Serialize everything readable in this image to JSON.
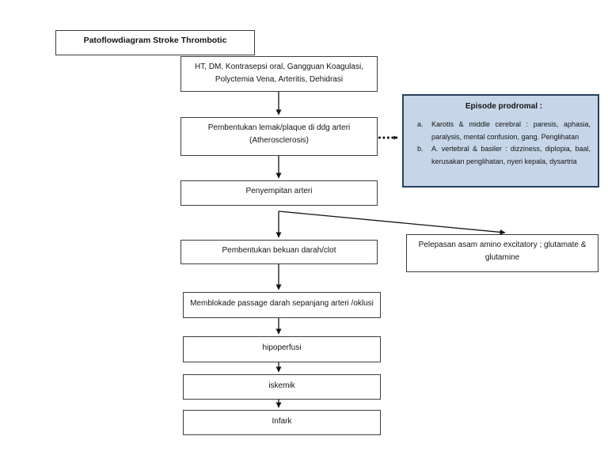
{
  "colors": {
    "box_border": "#3d3d3d",
    "arrow": "#141414",
    "prodromal_fill": "#c6d6e8",
    "prodromal_border": "#24405e",
    "background": "#ffffff"
  },
  "title_box": {
    "text": "Patoflowdiagram Stroke Thrombotic"
  },
  "flow": {
    "risk_factors": {
      "lines": [
        "HT, DM, Kontrasepsi oral, Gangguan Koagulasi,",
        "Polyctemia Vena, Arteritis, Dehidrasi"
      ]
    },
    "atherosclerosis": {
      "lines": [
        "Pembentukan lemak/plaque di ddg arteri",
        "(Atherosclerosis)"
      ]
    },
    "penyempitan": {
      "text": "Penyempitan arteri"
    },
    "bekuan": {
      "text": "Pembentukan bekuan darah/clot"
    },
    "memblokade": {
      "text": "Memblokade passage darah sepanjang arteri /oklusi"
    },
    "hipoperfusi": {
      "text": "hipoperfusi"
    },
    "iskemik": {
      "text": "iskemik"
    },
    "infark": {
      "text": "Infark"
    }
  },
  "side": {
    "prodromal": {
      "title": "Episode prodromal :",
      "items": [
        {
          "marker": "a.",
          "text": "Karotis & middle cerebral : paresis, aphasia, paralysis, mental confusion, gang. Penglihatan"
        },
        {
          "marker": "b.",
          "text": "A. vertebral & basiler : dizziness, diplopia, baal, kerusakan penglihatan, nyeri kepala, dysartria"
        }
      ]
    },
    "pelepasan": {
      "lines": [
        "Pelepasan asam amino excitatory ; glutamate &",
        "glutamine"
      ]
    }
  }
}
